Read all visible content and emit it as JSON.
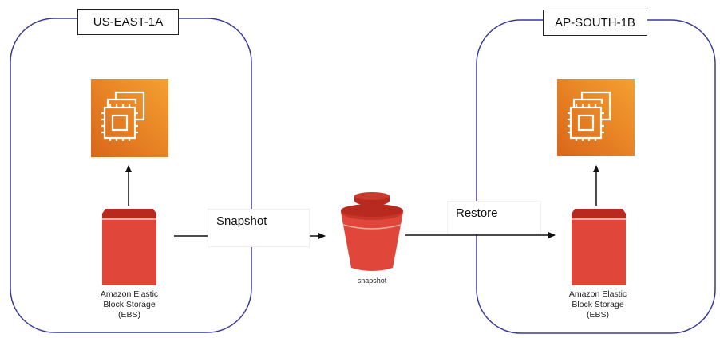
{
  "regions": {
    "left": {
      "label": "US-EAST-1A"
    },
    "right": {
      "label": "AP-SOUTH-1B"
    }
  },
  "arrows": {
    "snapshot_label": "Snapshot",
    "restore_label": "Restore"
  },
  "ebs": {
    "caption_line1": "Amazon Elastic",
    "caption_line2": "Block Storage",
    "caption_line3": "(EBS)"
  },
  "bucket": {
    "caption": "snapshot"
  },
  "icons": {
    "ec2": "ec2-instance-icon",
    "ebs": "ebs-volume-icon",
    "s3": "s3-bucket-icon"
  },
  "colors": {
    "ec2_orange": "#E8791E",
    "ec2_orange_light": "#F29A2E",
    "ebs_red": "#E0473A",
    "ebs_red_dark": "#B8291F",
    "region_border": "#3A3A9A"
  }
}
